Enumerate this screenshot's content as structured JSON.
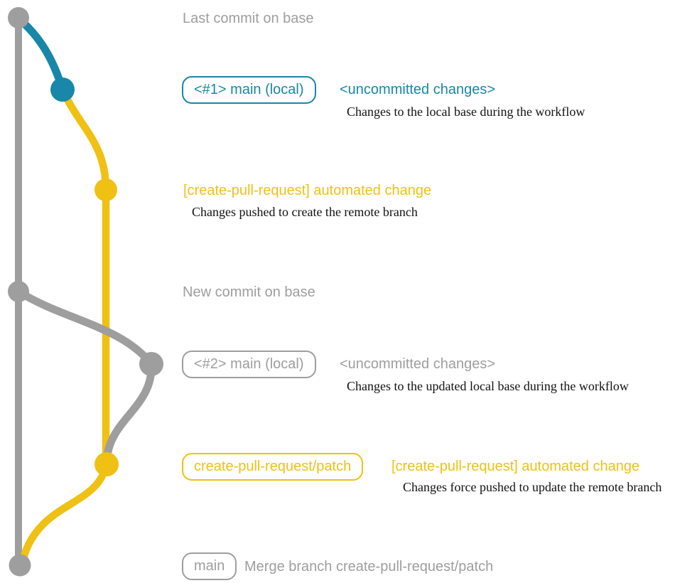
{
  "colors": {
    "gray": "#9e9e9e",
    "teal": "#1887a8",
    "yellow": "#f0c114",
    "ink": "#111111",
    "background": "#ffffff"
  },
  "annotations": {
    "last_commit": {
      "title": "Last commit on base"
    },
    "local_main_1": {
      "badge": "<#1> main (local)",
      "title": "<uncommitted changes>",
      "subtitle": "Changes to the local base during the workflow"
    },
    "cpr_commit_1": {
      "title": "[create-pull-request] automated change",
      "subtitle": "Changes pushed to create the remote branch"
    },
    "new_commit": {
      "title": "New commit on base"
    },
    "local_main_2": {
      "badge": "<#2> main (local)",
      "title": "<uncommitted changes>",
      "subtitle": "Changes to the updated local base during the workflow"
    },
    "cpr_commit_2": {
      "badge": "create-pull-request/patch",
      "title": "[create-pull-request] automated change",
      "subtitle": "Changes force pushed to update the remote branch"
    },
    "merge_commit": {
      "badge": "main",
      "title": "Merge branch create-pull-request/patch"
    }
  }
}
